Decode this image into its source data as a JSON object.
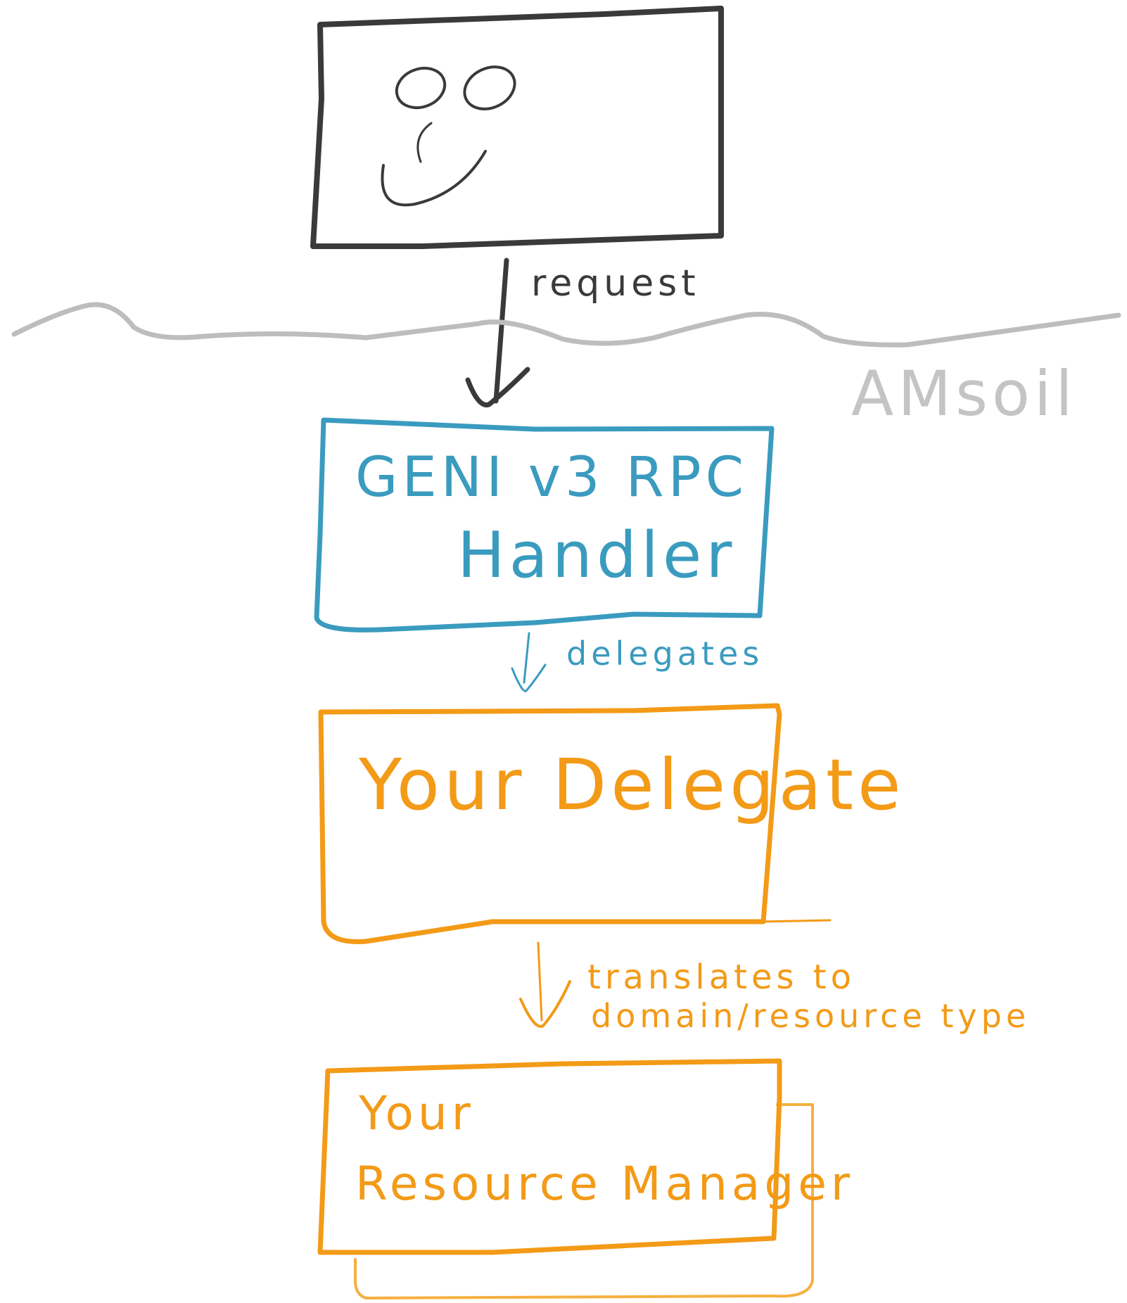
{
  "colors": {
    "ink": "#3a3a3a",
    "boundary": "#bdbdbd",
    "rpc_blue": "#3a9bbf",
    "orange": "#f39a17",
    "orange_light": "#f5b040"
  },
  "icons": {
    "client": "face-icon"
  },
  "labels": {
    "request": "request",
    "boundary": "AMsoil",
    "rpc_handler_line1": "GENI v3 RPC",
    "rpc_handler_line2": "Handler",
    "delegates": "delegates",
    "delegate_box": "Your Delegate",
    "translates_line1": "translates to",
    "translates_line2": "domain/resource type",
    "rm_line1": "Your",
    "rm_line2": "Resource Manager"
  }
}
